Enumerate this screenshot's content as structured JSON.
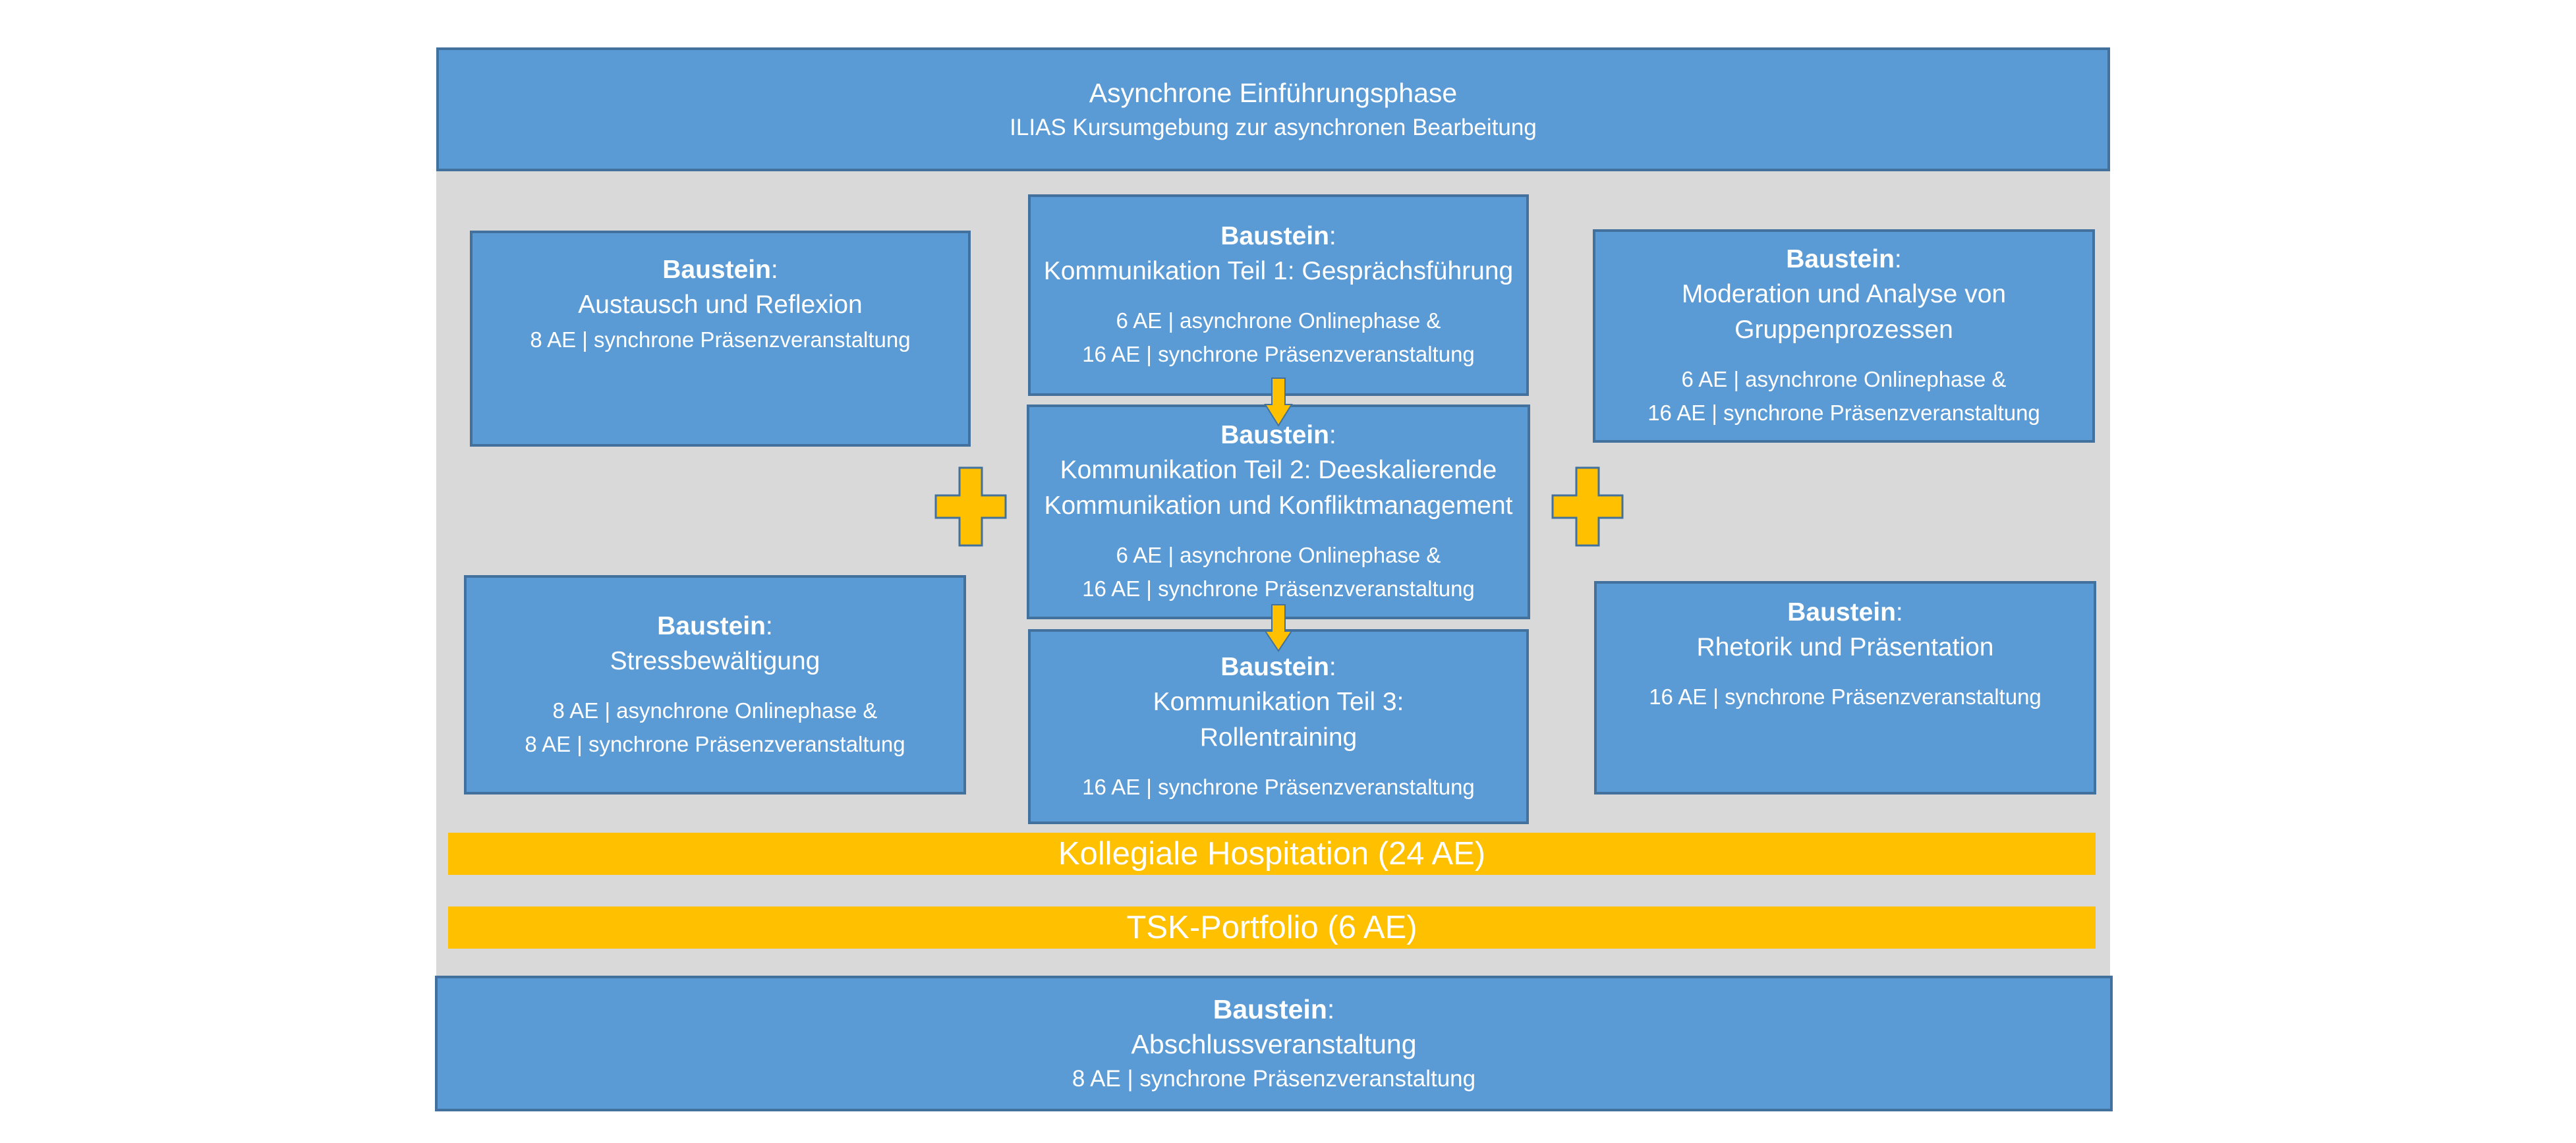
{
  "intro": {
    "title": "Asynchrone Einführungsphase",
    "subtitle": "ILIAS Kursumgebung zur asynchronen Bearbeitung"
  },
  "modules": {
    "austausch": {
      "heading": "Baustein",
      "colon": ":",
      "name": "Austausch und Reflexion",
      "line1": "8 AE | synchrone Präsenzveranstaltung"
    },
    "komm1": {
      "heading": "Baustein",
      "colon": ":",
      "name": "Kommunikation Teil 1: Gesprächsführung",
      "line1": "6 AE | asynchrone Onlinephase &",
      "line2": "16 AE | synchrone Präsenzveranstaltung"
    },
    "moderation": {
      "heading": "Baustein",
      "colon": ":",
      "name1": "Moderation und Analyse von",
      "name2": "Gruppenprozessen",
      "line1": "6 AE | asynchrone Onlinephase &",
      "line2": "16 AE | synchrone Präsenzveranstaltung"
    },
    "komm2": {
      "heading": "Baustein",
      "colon": ":",
      "name1": "Kommunikation Teil 2: Deeskalierende",
      "name2": "Kommunikation und Konfliktmanagement",
      "line1": "6 AE | asynchrone Onlinephase &",
      "line2": "16 AE | synchrone Präsenzveranstaltung"
    },
    "stress": {
      "heading": "Baustein",
      "colon": ":",
      "name": "Stressbewältigung",
      "line1": "8 AE | asynchrone Onlinephase &",
      "line2": "8 AE | synchrone Präsenzveranstaltung"
    },
    "komm3": {
      "heading": "Baustein",
      "colon": ":",
      "name1": "Kommunikation Teil 3:",
      "name2": "Rollentraining",
      "line1": "16 AE | synchrone Präsenzveranstaltung"
    },
    "rhetorik": {
      "heading": "Baustein",
      "colon": ":",
      "name": "Rhetorik und Präsentation",
      "line1": "16 AE | synchrone Präsenzveranstaltung"
    },
    "abschluss": {
      "heading": "Baustein",
      "colon": ":",
      "name": "Abschlussveranstaltung",
      "line1": "8 AE | synchrone Präsenzveranstaltung"
    }
  },
  "bars": {
    "hospitation": "Kollegiale Hospitation (24 AE)",
    "portfolio": "TSK-Portfolio (6 AE)"
  },
  "colors": {
    "box_fill": "#5b9bd5",
    "box_border": "#41719c",
    "accent": "#ffc000",
    "panel": "#d9d9d9"
  }
}
